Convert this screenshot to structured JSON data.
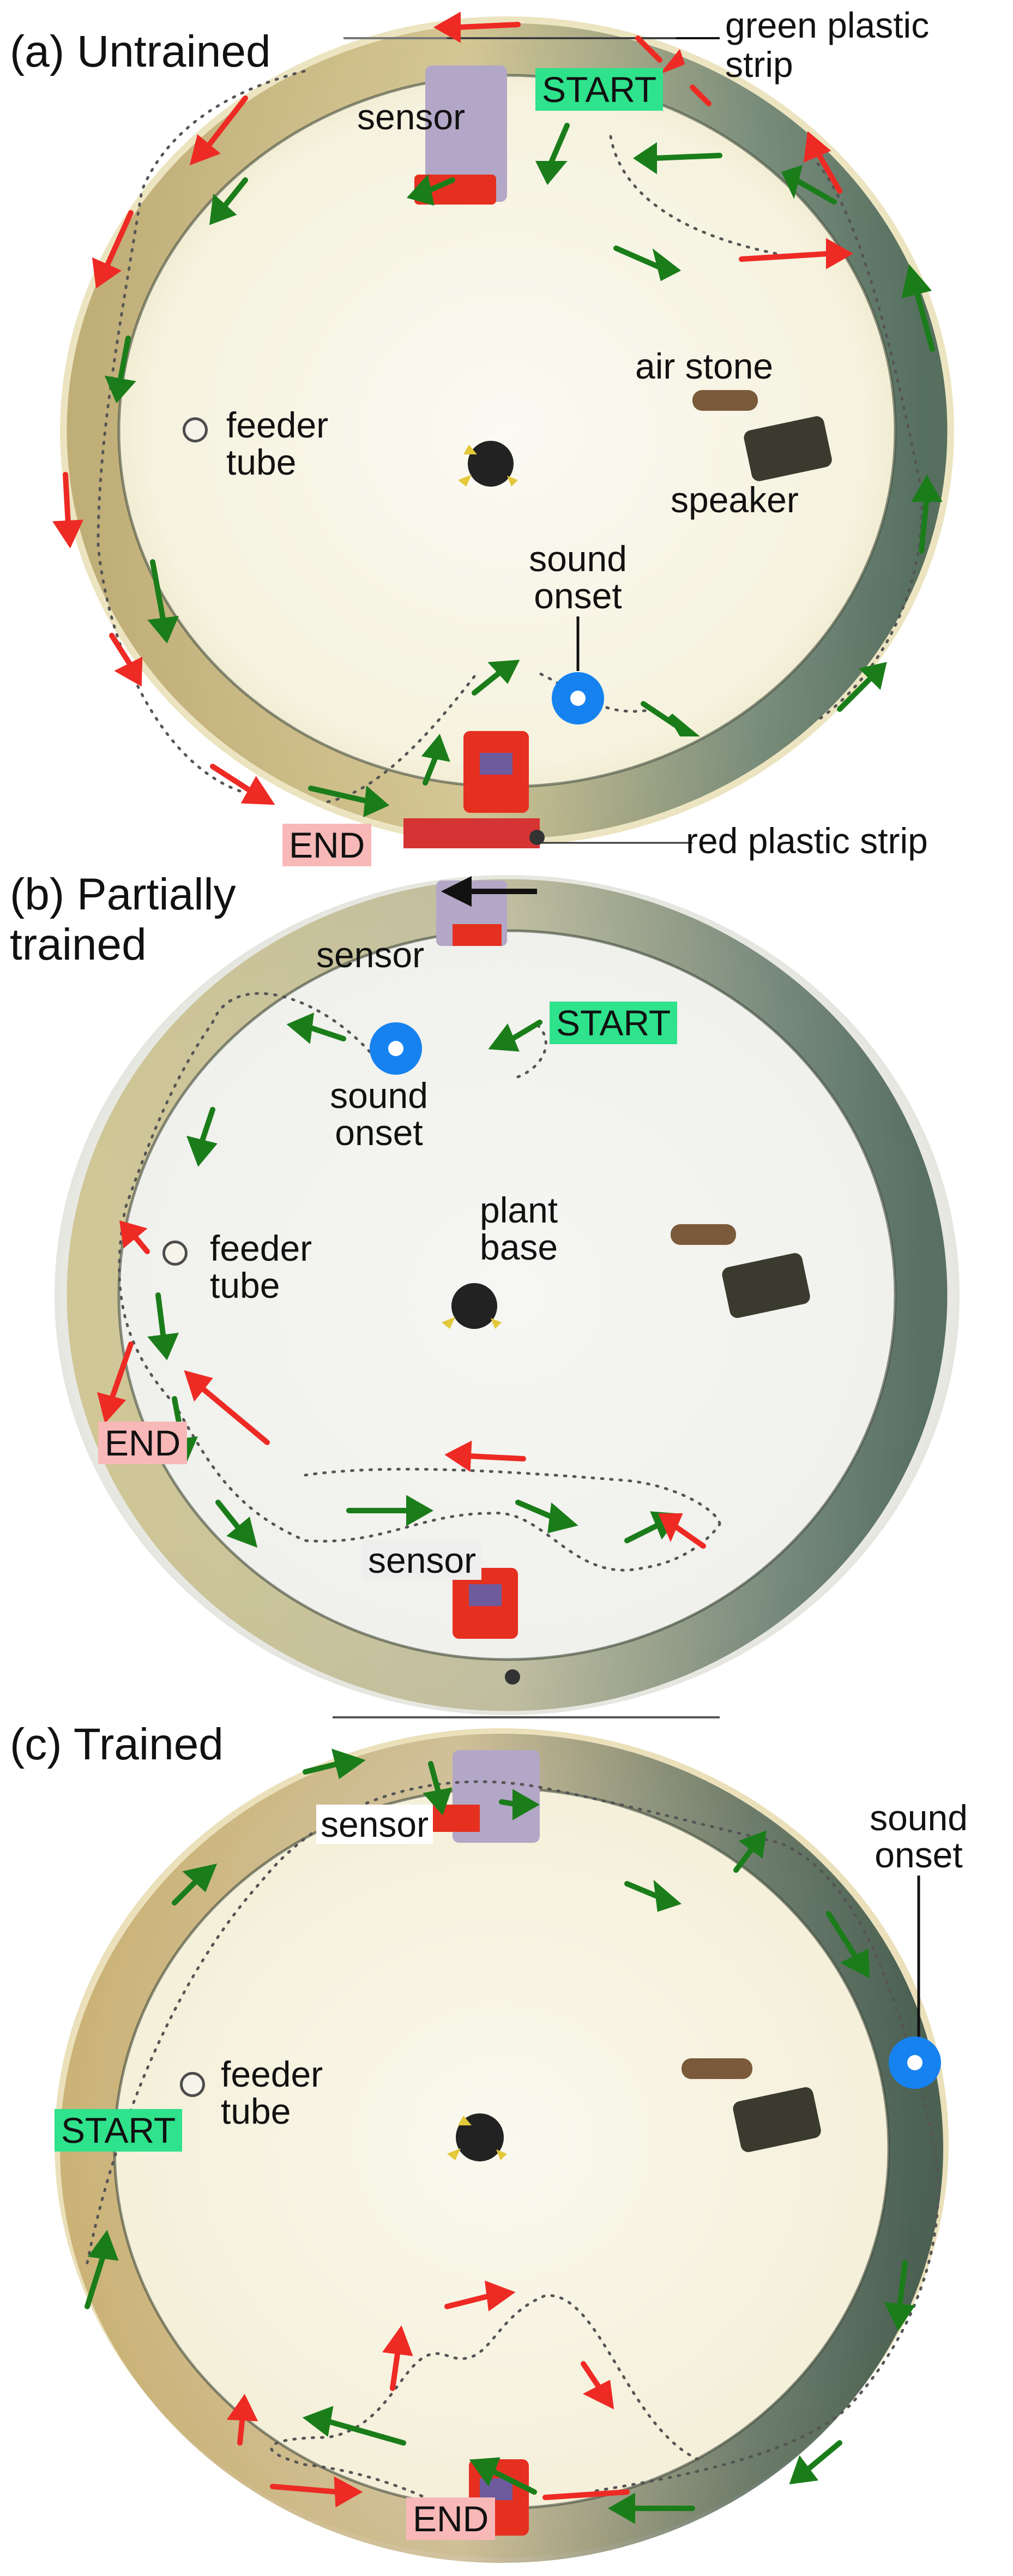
{
  "panel_a": {
    "title": "(a) Untrained",
    "green_strip": "green plastic\nstrip",
    "sensor": "sensor",
    "start": "START",
    "air_stone": "air stone",
    "feeder_tube": "feeder\ntube",
    "speaker": "speaker",
    "sound_onset": "sound\nonset",
    "end": "END",
    "red_strip": "red plastic strip"
  },
  "panel_b": {
    "title": "(b) Partially\ntrained",
    "sensor_top": "sensor",
    "start": "START",
    "sound_onset": "sound\nonset",
    "plant_base": "plant\nbase",
    "feeder_tube": "feeder\ntube",
    "end": "END",
    "sensor_bottom": "sensor"
  },
  "panel_c": {
    "title": "(c) Trained",
    "sensor": "sensor",
    "sound_onset": "sound\nonset",
    "feeder_tube": "feeder\ntube",
    "start": "START",
    "end": "END"
  },
  "colors": {
    "arrow_green": "#1a7d1a",
    "arrow_red": "#ee2a24",
    "sound_onset": "#1582f0",
    "start_tag": "#2fe28c",
    "end_tag": "#f8b8b8"
  }
}
